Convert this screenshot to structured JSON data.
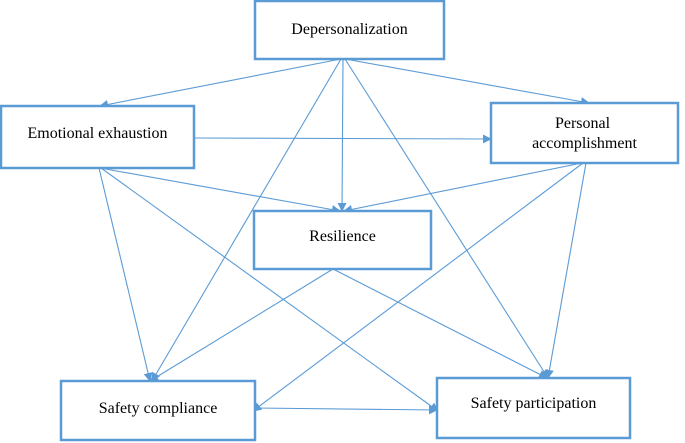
{
  "diagram": {
    "nodes": {
      "depersonalization": {
        "lines": [
          "Depersonalization"
        ]
      },
      "emotional_exhaustion": {
        "lines": [
          "Emotional exhaustion"
        ]
      },
      "personal_accomplishment": {
        "lines": [
          "Personal",
          "accomplishment"
        ]
      },
      "resilience": {
        "lines": [
          "Resilience"
        ]
      },
      "safety_compliance": {
        "lines": [
          "Safety compliance"
        ]
      },
      "safety_participation": {
        "lines": [
          "Safety participation"
        ]
      }
    },
    "edges": [
      {
        "from": "depersonalization",
        "to": "emotional_exhaustion"
      },
      {
        "from": "depersonalization",
        "to": "personal_accomplishment"
      },
      {
        "from": "depersonalization",
        "to": "resilience"
      },
      {
        "from": "depersonalization",
        "to": "safety_compliance"
      },
      {
        "from": "depersonalization",
        "to": "safety_participation"
      },
      {
        "from": "emotional_exhaustion",
        "to": "personal_accomplishment"
      },
      {
        "from": "emotional_exhaustion",
        "to": "resilience"
      },
      {
        "from": "emotional_exhaustion",
        "to": "safety_compliance"
      },
      {
        "from": "emotional_exhaustion",
        "to": "safety_participation"
      },
      {
        "from": "personal_accomplishment",
        "to": "resilience"
      },
      {
        "from": "personal_accomplishment",
        "to": "safety_compliance"
      },
      {
        "from": "personal_accomplishment",
        "to": "safety_participation"
      },
      {
        "from": "resilience",
        "to": "safety_compliance"
      },
      {
        "from": "resilience",
        "to": "safety_participation"
      },
      {
        "from": "safety_compliance",
        "to": "safety_participation"
      }
    ],
    "colors": {
      "box_border": "#5B9BD5",
      "arrow": "#5B9BD5",
      "text": "#000000",
      "background": "#ffffff"
    }
  }
}
